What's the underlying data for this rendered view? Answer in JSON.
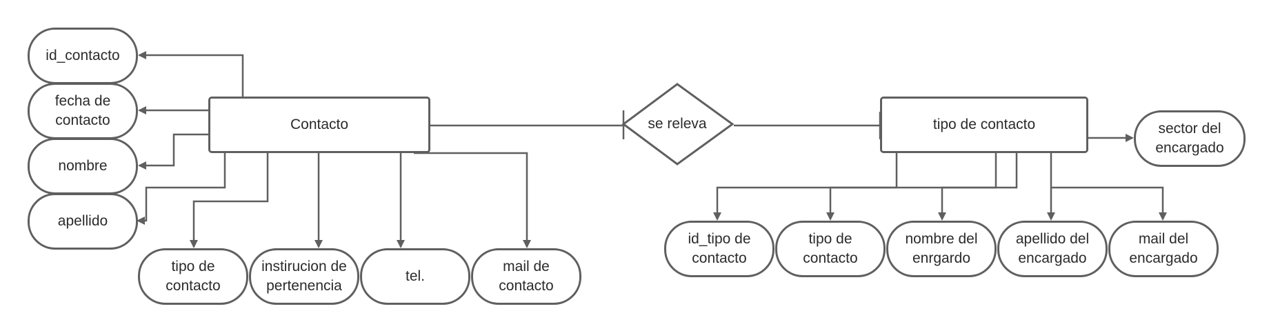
{
  "entities": {
    "contacto": "Contacto",
    "tipo_contacto": "tipo de contacto"
  },
  "relationship": "se releva",
  "contacto_attrs": {
    "id_contacto": "id_contacto",
    "fecha": "fecha de\ncontacto",
    "nombre": "nombre",
    "apellido": "apellido",
    "tipo": "tipo de\ncontacto",
    "institucion": "instirucion de\npertenencia",
    "tel": "tel.",
    "mail": "mail de\ncontacto"
  },
  "tipo_attrs": {
    "sector": "sector del\nencargado",
    "id_tipo": "id_tipo de\ncontacto",
    "tipo": "tipo de\ncontacto",
    "nombre": "nombre del\nenrgardo",
    "apellido": "apellido del\nencargado",
    "mail": "mail del\nencargado"
  },
  "colors": {
    "stroke": "#5f5f5f",
    "text": "#2b2b2b",
    "background": "#ffffff"
  }
}
